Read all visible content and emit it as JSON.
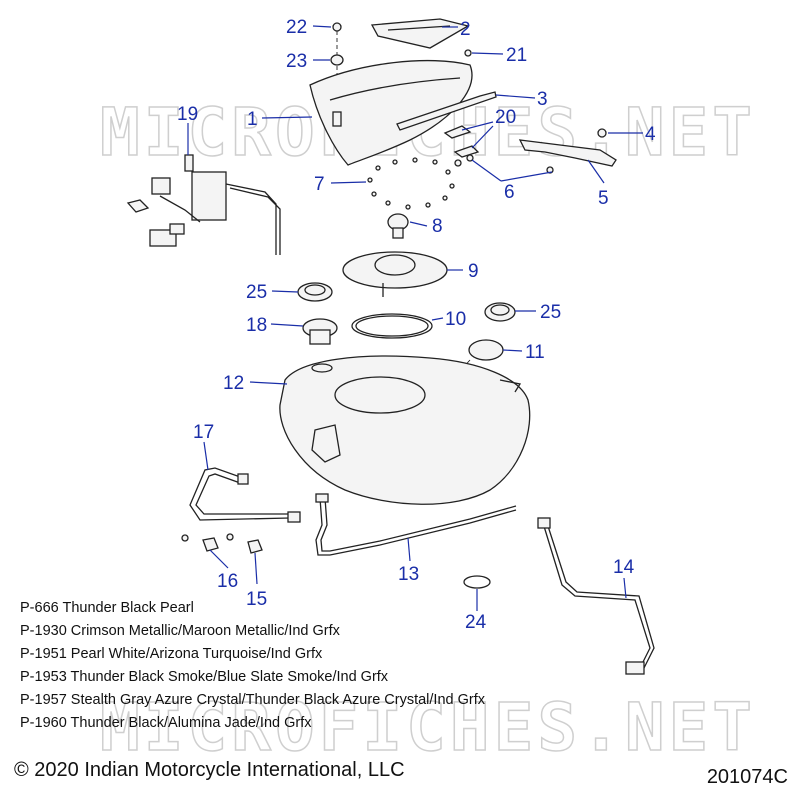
{
  "callouts": {
    "c1": "1",
    "c2": "2",
    "c3": "3",
    "c4": "4",
    "c5": "5",
    "c6": "6",
    "c7": "7",
    "c8": "8",
    "c9": "9",
    "c10": "10",
    "c11": "11",
    "c12": "12",
    "c13": "13",
    "c14": "14",
    "c15": "15",
    "c16": "16",
    "c17": "17",
    "c18": "18",
    "c19": "19",
    "c20": "20",
    "c21": "21",
    "c22": "22",
    "c23": "23",
    "c24": "24",
    "c25a": "25",
    "c25b": "25"
  },
  "watermark": "MICROFICHES.NET",
  "color_codes": [
    "P-666 Thunder Black Pearl",
    "P-1930 Crimson Metallic/Maroon Metallic/Ind Grfx",
    "P-1951 Pearl White/Arizona Turquoise/Ind Grfx",
    "P-1953 Thunder Black Smoke/Blue Slate Smoke/Ind Grfx",
    "P-1957 Stealth Gray Azure Crystal/Thunder Black Azure Crystal/Ind Grfx",
    "P-1960 Thunder Black/Alumina Jade/Ind Grfx"
  ],
  "copyright": "© 2020 Indian Motorcycle International, LLC",
  "reference_number": "201074C"
}
